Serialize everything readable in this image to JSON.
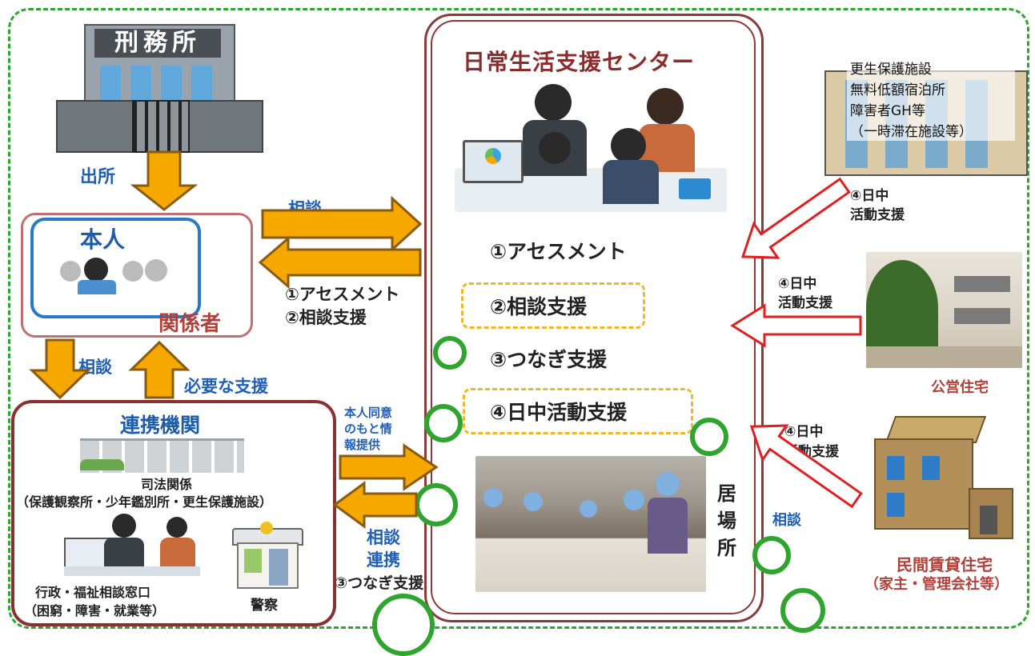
{
  "prison": {
    "label": "刑務所"
  },
  "exit_label": "出所",
  "person": {
    "title": "本人",
    "related": "関係者"
  },
  "center": {
    "title": "日常生活支援センター",
    "steps": [
      "①アセスメント",
      "②相談支援",
      "③つなぎ支援",
      "④日中活動支援"
    ],
    "ibasho": "居場所"
  },
  "arrows": {
    "consult_to_center": "相談",
    "from_center_line1": "①アセスメント",
    "from_center_line2": "②相談支援",
    "consult_down": "相談",
    "needed_support": "必要な支援",
    "info_line1": "本人同意",
    "info_line2": "のもと情",
    "info_line3": "報提供",
    "consult_link_line1": "相談",
    "consult_link_line2": "連携",
    "tsunagi": "③つなぎ支援",
    "right_consult": "相談"
  },
  "agencies": {
    "title": "連携機関",
    "justice": "司法関係",
    "justice_detail": "（保護観察所・少年鑑別所・更生保護施設）",
    "admin_line1": "行政・福祉相談窓口",
    "admin_line2": "（困窮・障害・就業等）",
    "police": "警察"
  },
  "facility": {
    "line1": "更生保護施設",
    "line2": "無料低額宿泊所",
    "line3": "障害者GH等",
    "line4": "（一時滞在施設等）",
    "support_line1": "④日中",
    "support_line2": "活動支援"
  },
  "public_housing": {
    "label": "公営住宅",
    "support_line1": "④日中",
    "support_line2": "活動支援"
  },
  "private_housing": {
    "label_line1": "民間賃貸住宅",
    "label_line2": "（家主・管理会社等）",
    "support_line1": "④日中",
    "support_line2": "活動支援"
  },
  "colors": {
    "orange": "#f5a800",
    "brown": "#8a5a10",
    "blue": "#1f5fb5",
    "red_border": "#8b2b2b",
    "green": "#2fa52f"
  }
}
